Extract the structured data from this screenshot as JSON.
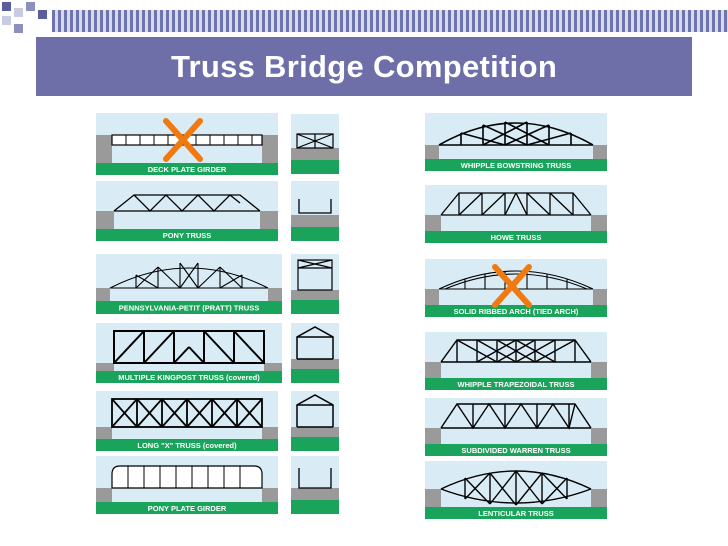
{
  "slide": {
    "title": "Truss Bridge Competition"
  },
  "colors": {
    "title_bar": "#6e6ea8",
    "label_band": "#1aa35a",
    "sky": "#d9ecf5",
    "abutment": "#9a9a9a",
    "reject_mark": "#f07a10"
  },
  "bridges_left": [
    {
      "label": "DECK PLATE GIRDER",
      "rejected": true
    },
    {
      "label": "PONY TRUSS",
      "rejected": false
    },
    {
      "label": "PENNSYLVANIA-PETIT (PRATT) TRUSS",
      "rejected": false
    },
    {
      "label": "MULTIPLE KINGPOST TRUSS (covered)",
      "rejected": false
    },
    {
      "label": "LONG \"X\" TRUSS (covered)",
      "rejected": false
    },
    {
      "label": "PONY PLATE GIRDER",
      "rejected": false
    }
  ],
  "bridges_right": [
    {
      "label": "WHIPPLE BOWSTRING TRUSS",
      "rejected": false
    },
    {
      "label": "HOWE TRUSS",
      "rejected": false
    },
    {
      "label": "SOLID RIBBED ARCH (TIED ARCH)",
      "rejected": true
    },
    {
      "label": "WHIPPLE TRAPEZOIDAL TRUSS",
      "rejected": false
    },
    {
      "label": "SUBDIVIDED WARREN TRUSS",
      "rejected": false
    },
    {
      "label": "LENTICULAR TRUSS",
      "rejected": false
    }
  ]
}
